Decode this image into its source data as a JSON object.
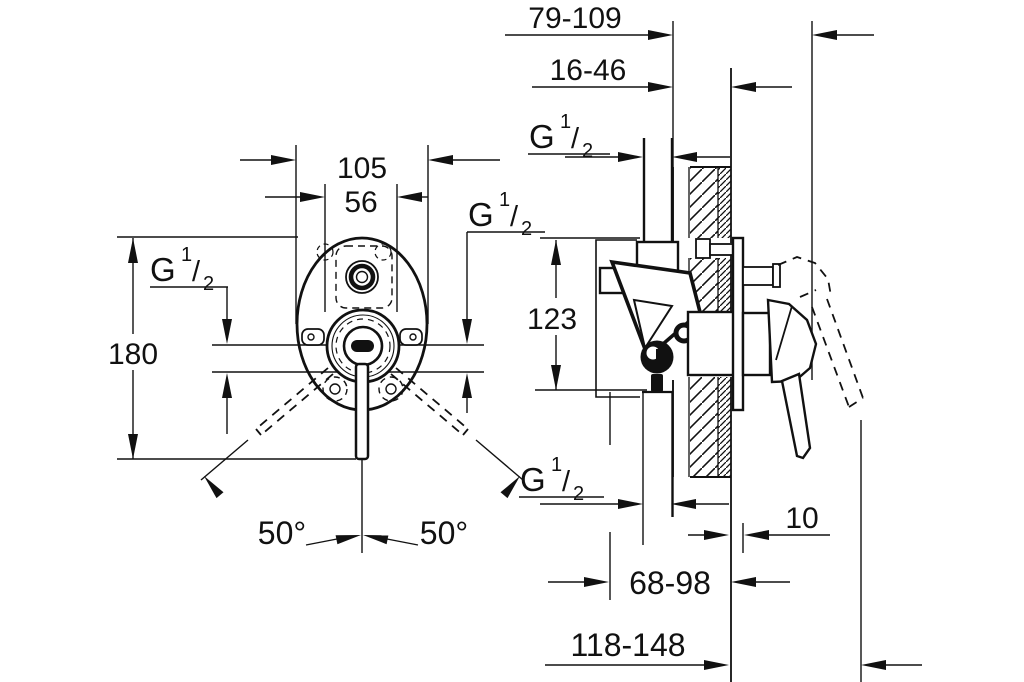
{
  "front": {
    "dim_width": "105",
    "dim_width_inner": "56",
    "dim_height": "180",
    "dim_angle_left": "50°",
    "dim_angle_right": "50°"
  },
  "side": {
    "dim_handle_depth": "79-109",
    "dim_plate_depth": "16-46",
    "dim_outlet_spacing": "123",
    "dim_plate_protrusion": "10",
    "dim_rough_in": "68-98",
    "dim_total_depth": "118-148"
  },
  "thread": {
    "base": "G",
    "sup": "1",
    "slash": "/",
    "sub": "2"
  }
}
